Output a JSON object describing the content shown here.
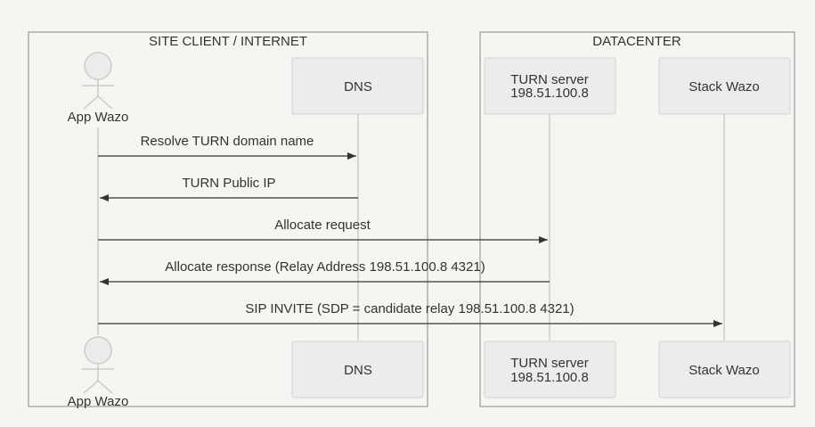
{
  "diagram": {
    "groups": {
      "site": "SITE CLIENT / INTERNET",
      "datacenter": "DATACENTER"
    },
    "participants": {
      "app": "App Wazo",
      "dns": "DNS",
      "turn_line1": "TURN server",
      "turn_line2": "198.51.100.8",
      "stack": "Stack Wazo"
    },
    "messages": [
      {
        "label": "Resolve TURN domain name",
        "from": "App Wazo",
        "to": "DNS"
      },
      {
        "label": "TURN Public IP",
        "from": "DNS",
        "to": "App Wazo"
      },
      {
        "label": "Allocate request",
        "from": "App Wazo",
        "to": "TURN server"
      },
      {
        "label": "Allocate response (Relay Address 198.51.100.8 4321)",
        "from": "TURN server",
        "to": "App Wazo"
      },
      {
        "label": "SIP INVITE (SDP = candidate relay 198.51.100.8 4321)",
        "from": "App Wazo",
        "to": "Stack Wazo"
      }
    ]
  },
  "colors": {
    "background": "#f7f5f2",
    "box_fill": "#ececec",
    "box_stroke": "#d2d2d2",
    "group_stroke": "#888888",
    "lifeline": "#cccccc",
    "arrow": "#333333",
    "text": "#333333"
  }
}
